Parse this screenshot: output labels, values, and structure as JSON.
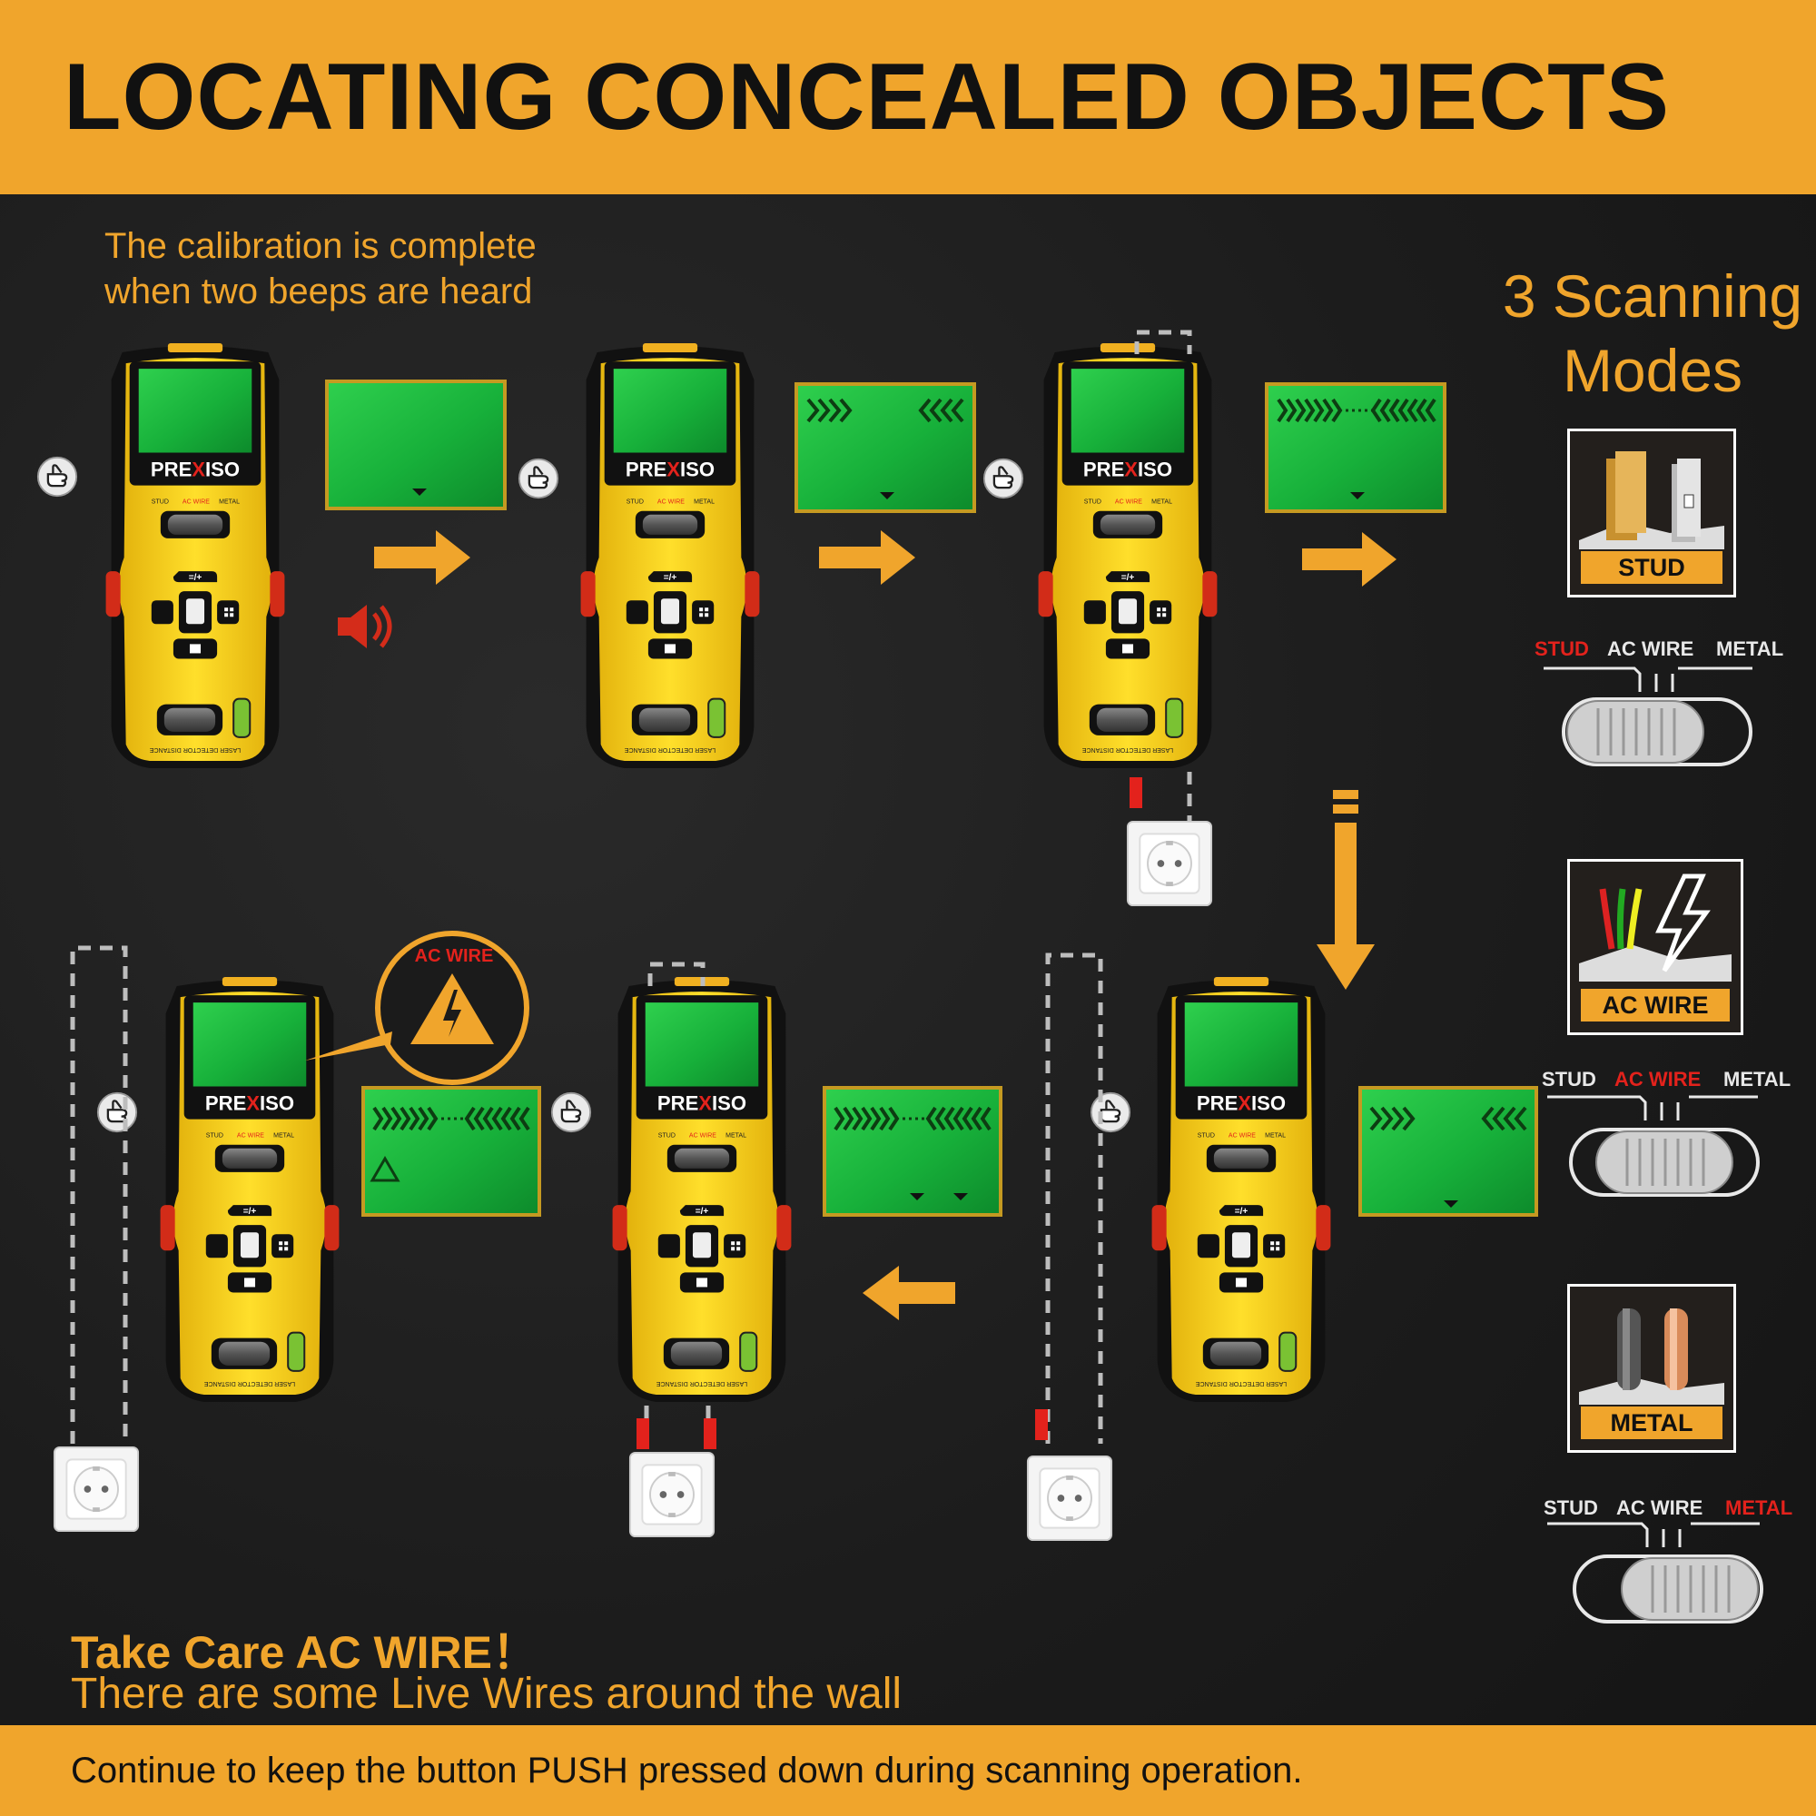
{
  "header": {
    "title": "LOCATING CONCEALED OBJECTS"
  },
  "calibration": {
    "line1": "The calibration is complete",
    "line2": "when two beeps are heard"
  },
  "modes": {
    "title_line1": "3 Scanning",
    "title_line2": "Modes",
    "cards": [
      {
        "label": "STUD",
        "icon": "stud-icon"
      },
      {
        "label": "AC WIRE",
        "icon": "ac-wire-icon"
      },
      {
        "label": "METAL",
        "icon": "metal-icon"
      }
    ],
    "switch_labels": [
      "STUD",
      "AC WIRE",
      "METAL"
    ],
    "active_color": "#e3221c"
  },
  "device": {
    "brand_left": "PRE",
    "brand_x": "X",
    "brand_right": "ISO",
    "switch_labels": [
      "STUD",
      "AC WIRE",
      "METAL"
    ],
    "button_label": "=/+",
    "bottom_label": "LASER DETECTOR DISTANCE"
  },
  "warning_callout": {
    "label": "AC WIRE"
  },
  "warning": {
    "title": "Take Care AC WIRE！",
    "subtitle": "There are some Live Wires around the wall"
  },
  "footer": {
    "text": "Continue to keep the button PUSH pressed down during scanning operation."
  },
  "colors": {
    "accent": "#f0a52c",
    "screen": "#19b23a",
    "device_yellow": "#f6d21c",
    "alert_red": "#e3221c"
  }
}
